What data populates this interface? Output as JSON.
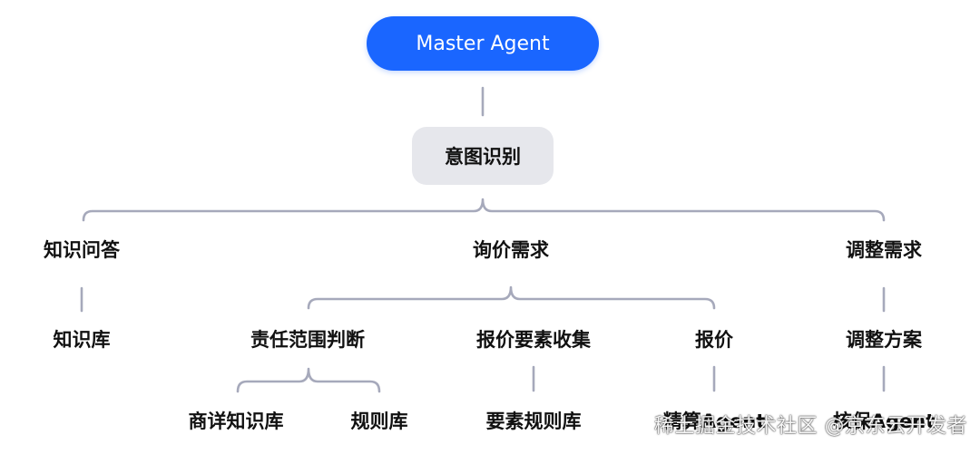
{
  "root": {
    "label": "Master Agent"
  },
  "intent": {
    "label": "意图识别"
  },
  "branches": {
    "knowledge_qa": {
      "label": "知识问答"
    },
    "inquiry": {
      "label": "询价需求"
    },
    "adjust": {
      "label": "调整需求"
    }
  },
  "leaves": {
    "knowledge_base": "知识库",
    "responsibility_scope": "责任范围判断",
    "quote_elements": "报价要素收集",
    "quote": "报价",
    "adjust_plan": "调整方案",
    "product_detail_kb": "商详知识库",
    "rules_kb": "规则库",
    "elements_rules_kb": "要素规则库",
    "actuarial_agent": "精算Agent",
    "underwriting_agent": "核保Agent"
  },
  "colors": {
    "accent": "#1a66ff",
    "intent_bg": "#e6e7ec",
    "connector": "#a6a9bb"
  },
  "watermark": {
    "text": "稀土掘金技术社区",
    "at": "@",
    "author": "京东云开发者"
  }
}
